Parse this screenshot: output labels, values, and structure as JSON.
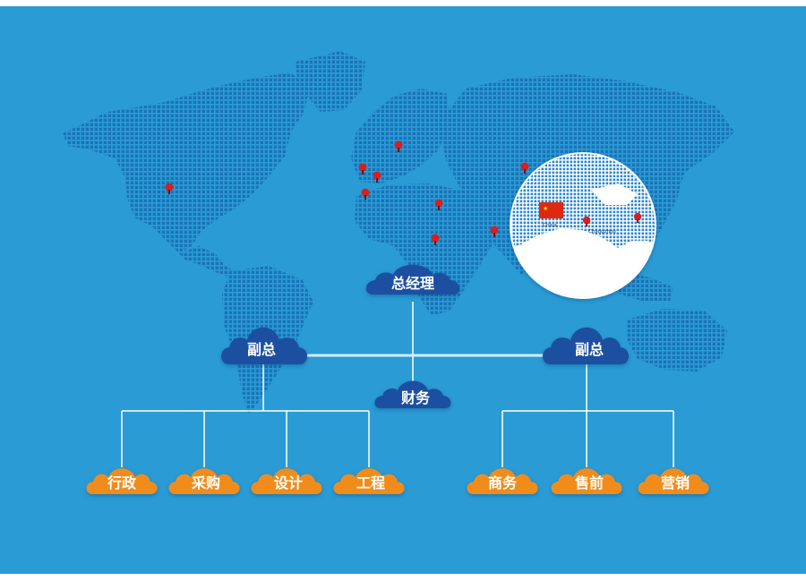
{
  "colors": {
    "background": "#2a9bd4",
    "map_dots": "#1a73b8",
    "cloud_blue": "#1f4fa0",
    "cloud_orange": "#f08c1e",
    "connector": "#ffffff",
    "pin": "#d62020"
  },
  "map": {
    "country_label": "China",
    "city_label": "Changzhou"
  },
  "org": {
    "top": "总经理",
    "finance": "财务",
    "vp_left": "副总",
    "vp_right": "副总",
    "left_departments": [
      "行政",
      "采购",
      "设计",
      "工程"
    ],
    "right_departments": [
      "商务",
      "售前",
      "营销"
    ]
  }
}
